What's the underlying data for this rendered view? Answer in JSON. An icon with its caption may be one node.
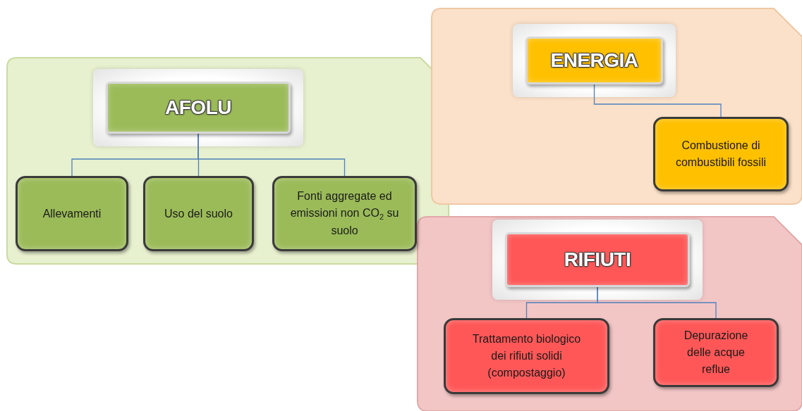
{
  "diagram": {
    "nodes": [
      {
        "text": [],
        "shape": "box"
      },
      {
        "text": [
          "AFOLU"
        ],
        "in": 0
      },
      {
        "text": [
          "Allevamenti"
        ],
        "in": 0
      },
      {
        "text": [
          "Uso del suolo"
        ],
        "in": 0
      },
      {
        "text": [
          "Fonti aggregate ed emissioni non CO$_{2}$ su suolo"
        ],
        "in": 0
      },
      {
        "text": [],
        "shape": "box"
      },
      {
        "text": [
          "ENERGIA"
        ],
        "in": 5
      },
      {
        "text": [
          "Combustione di combustibili fossili"
        ],
        "in": 5
      },
      {
        "text": [],
        "shape": "box"
      },
      {
        "text": [
          "RIFIUTI"
        ],
        "in": 8
      },
      {
        "text": [
          "Trattamento biologico dei rifiuti solidi (compostaggio)"
        ],
        "in": 8
      },
      {
        "text": [
          "Depurazione delle acque reflue"
        ],
        "in": 8
      }
    ],
    "edges": [
      {
        "from": 1,
        "to": 2,
        "arrow": "none"
      },
      {
        "from": 1,
        "to": 3,
        "arrow": "none"
      },
      {
        "from": 1,
        "to": 4,
        "arrow": "none"
      },
      {
        "from": 6,
        "to": 7,
        "arrow": "none"
      },
      {
        "from": 9,
        "to": 10,
        "arrow": "none"
      },
      {
        "from": 9,
        "to": 11,
        "arrow": "none"
      }
    ]
  }
}
